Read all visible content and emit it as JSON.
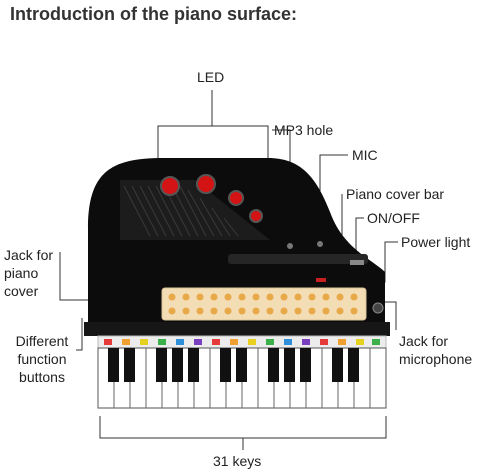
{
  "title": "Introduction of the piano surface:",
  "labels": {
    "led": "LED",
    "mp3": "MP3 hole",
    "mic": "MIC",
    "cover_bar": "Piano cover bar",
    "on_off": "ON/OFF",
    "power_light": "Power light",
    "jack_cover_1": "Jack for",
    "jack_cover_2": "piano",
    "jack_cover_3": "cover",
    "func_1": "Different",
    "func_2": "function",
    "func_3": "buttons",
    "jack_mic_1": "Jack for",
    "jack_mic_2": "microphone",
    "keys": "31 keys"
  },
  "colors": {
    "body": "#0c0c0c",
    "panel": "#f3ddb5",
    "led": "#d41414",
    "line": "#333333"
  }
}
